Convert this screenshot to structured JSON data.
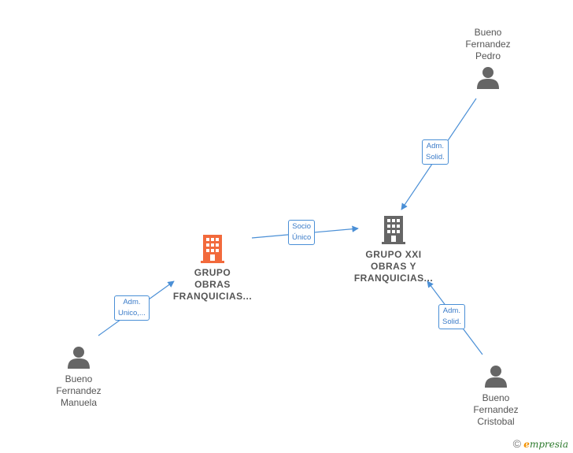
{
  "nodes": {
    "pedro": {
      "label": "Bueno\nFernandez\nPedro"
    },
    "manuela": {
      "label": "Bueno\nFernandez\nManuela"
    },
    "cristobal": {
      "label": "Bueno\nFernandez\nCristobal"
    },
    "grupo_obras": {
      "label": "GRUPO\nOBRAS\nFRANQUICIAS...",
      "color": "#f26a3c"
    },
    "grupo_xxi": {
      "label": "GRUPO XXI\nOBRAS Y\nFRANQUICIAS...",
      "color": "#666666"
    }
  },
  "relations": {
    "pedro_xxi": "Adm.\nSolid.",
    "manuela_obras": "Adm.\nUnico,...",
    "obras_xxi": "Socio\nÚnico",
    "cristobal_xxi": "Adm.\nSolid."
  },
  "colors": {
    "edge": "#4a8fd6",
    "person": "#666666"
  },
  "brand": {
    "copyright": "©",
    "e": "e",
    "name": "mpresia"
  }
}
